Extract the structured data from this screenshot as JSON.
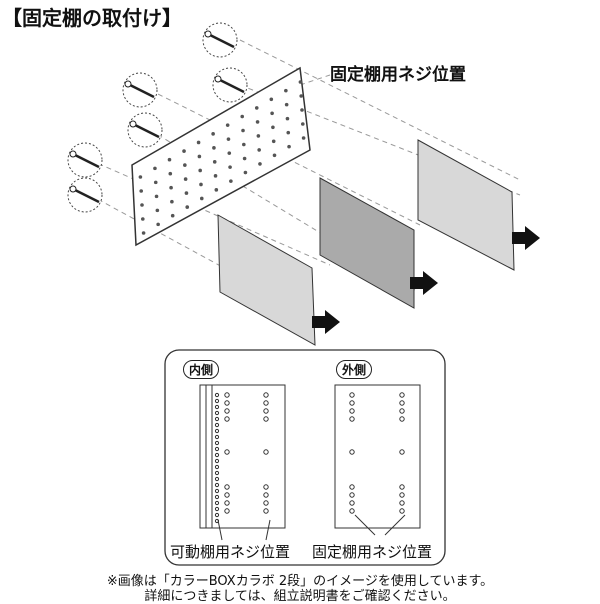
{
  "title": "【固定棚の取付け】",
  "fixed_screw_label": "固定棚用ネジ位置",
  "detail": {
    "inner_tag": "内側",
    "outer_tag": "外側",
    "movable_label": "可動棚用ネジ位置",
    "fixed_label": "固定棚用ネジ位置"
  },
  "notes": [
    "※画像は「カラーBOXカラボ 2段」のイメージを使用しています。",
    "詳細につきましては、組立説明書をご確認ください。"
  ]
}
